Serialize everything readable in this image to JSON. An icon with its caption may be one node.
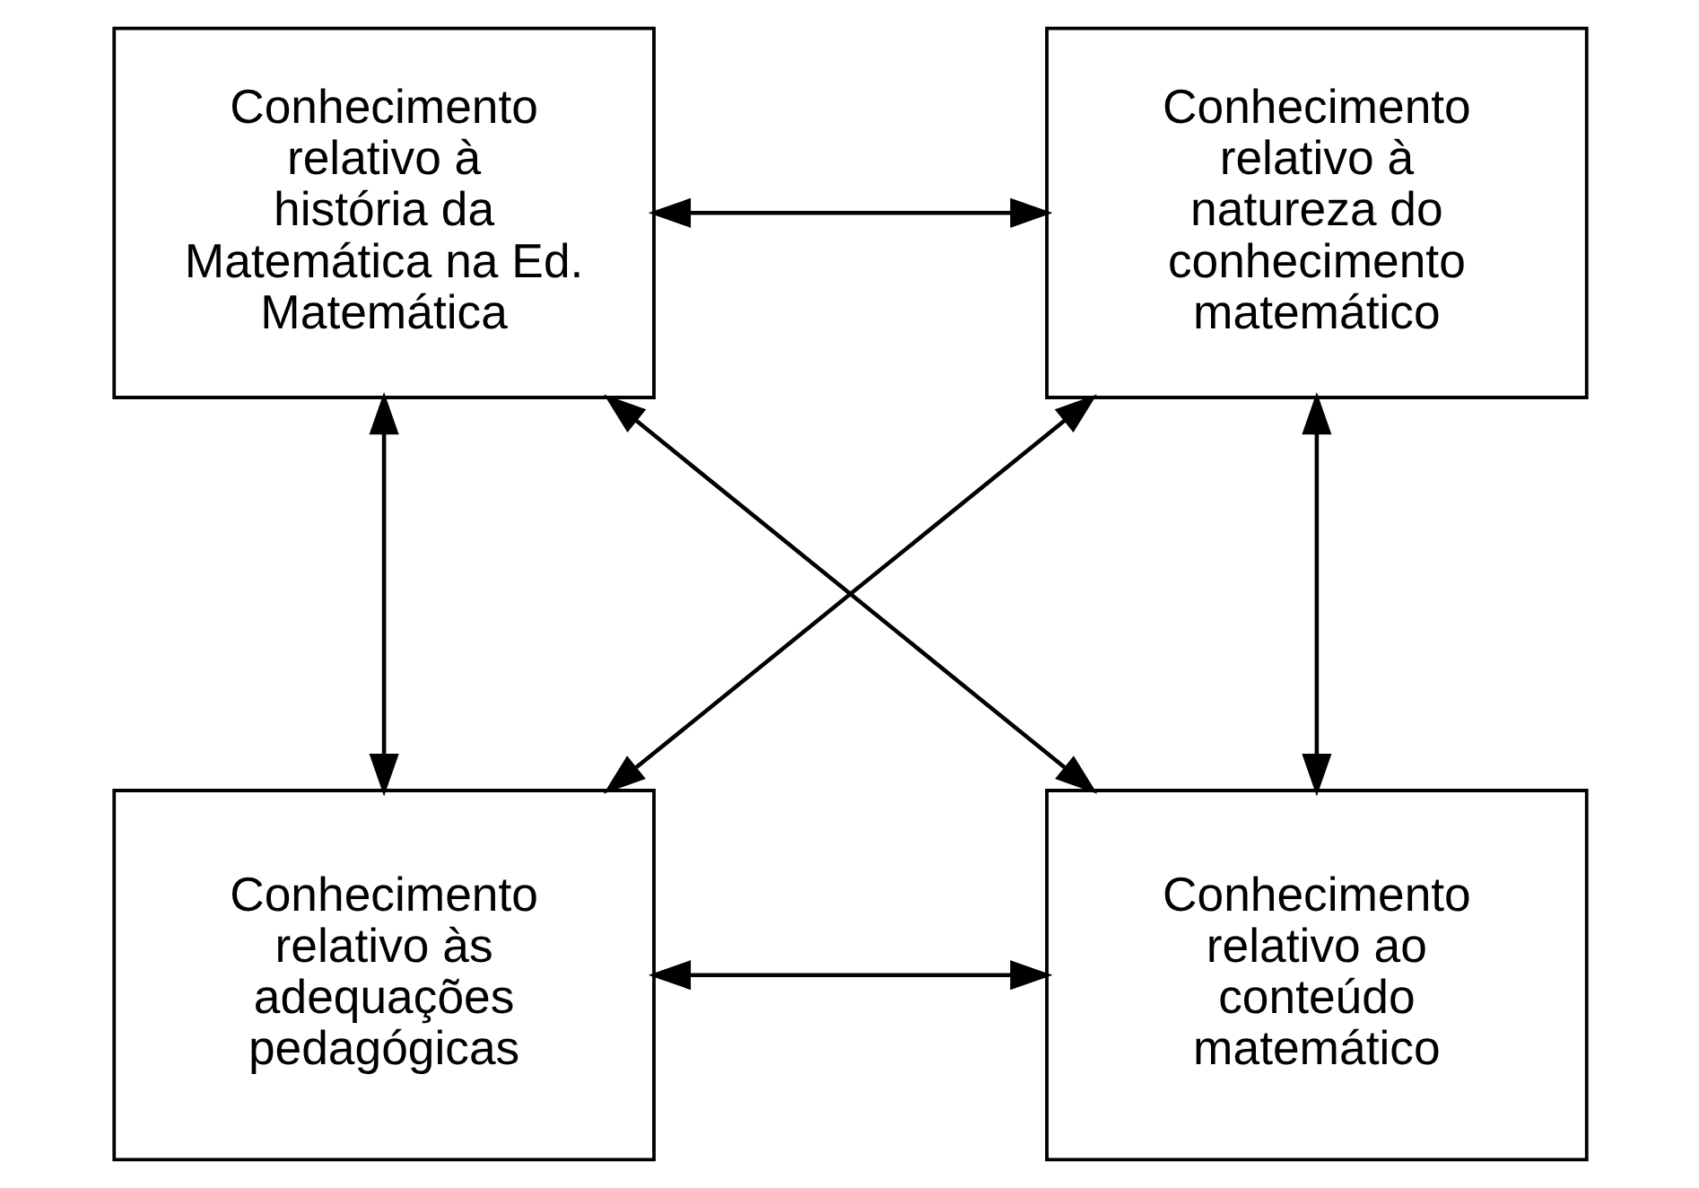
{
  "diagram": {
    "nodes": [
      {
        "text": [
          "Conhecimento relativo à história da Matemática na Ed. Matemática"
        ]
      },
      {
        "text": [
          "Conhecimento relativo à natureza do conhecimento matemático"
        ]
      },
      {
        "text": [
          "Conhecimento relativo às adequações pedagógicas"
        ]
      },
      {
        "text": [
          "Conhecimento relativo ao conteúdo matemático"
        ]
      }
    ],
    "edges": [
      {
        "from": 0,
        "to": 1,
        "arrow": "both"
      },
      {
        "from": 0,
        "to": 2,
        "arrow": "both"
      },
      {
        "from": 1,
        "to": 3,
        "arrow": "both"
      },
      {
        "from": 0,
        "to": 3,
        "arrow": "both"
      },
      {
        "from": 1,
        "to": 2,
        "arrow": "both"
      },
      {
        "from": 2,
        "to": 3,
        "arrow": "both"
      }
    ]
  }
}
